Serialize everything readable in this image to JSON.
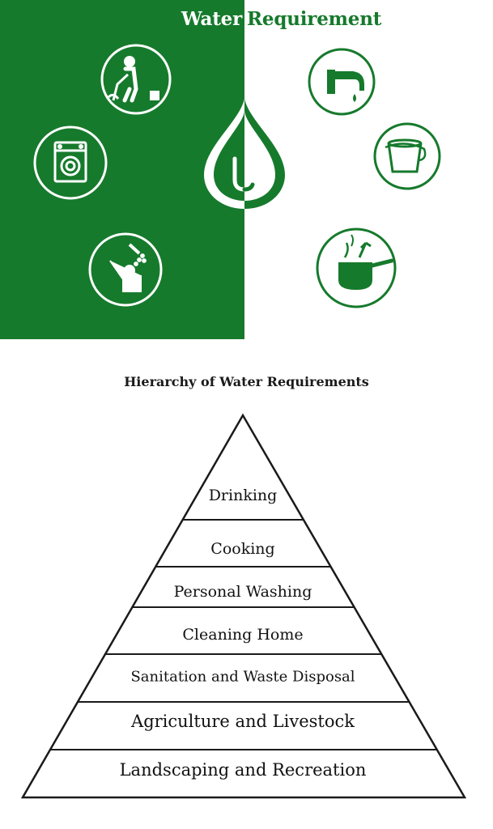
{
  "banner": {
    "title_part1": "Water",
    "title_part2": "Requirement",
    "colors": {
      "green": "#167a2c",
      "white": "#ffffff"
    },
    "icons_left": [
      "cleaning-person-icon",
      "washing-machine-icon",
      "shower-bathing-icon"
    ],
    "icons_right": [
      "water-tap-icon",
      "bucket-icon",
      "cooking-pot-icon"
    ],
    "center_icon": "water-drop-icon"
  },
  "hierarchy": {
    "title": "Hierarchy of  Water Requirements",
    "levels": [
      "Drinking",
      "Cooking",
      "Personal Washing",
      "Cleaning Home",
      "Sanitation and Waste Disposal",
      "Agriculture and Livestock",
      "Landscaping and Recreation"
    ]
  }
}
